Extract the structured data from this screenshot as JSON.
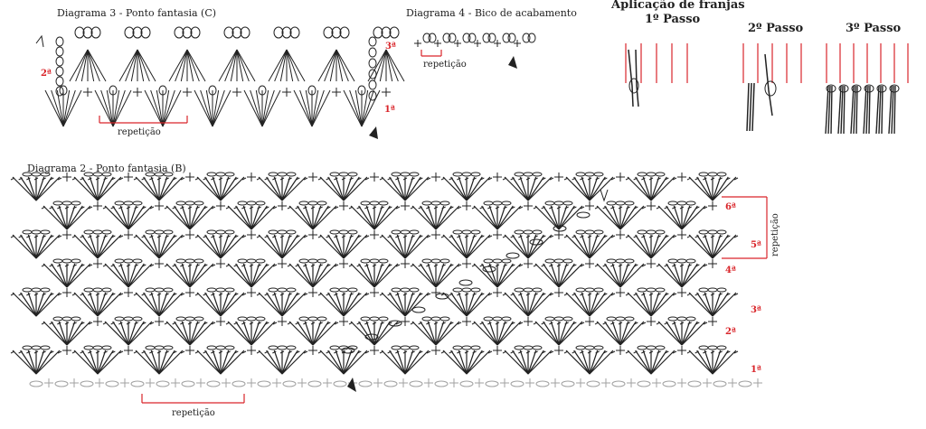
{
  "diagram3": {
    "title": "Diagrama 3 - Ponto fantasia (C)",
    "repeat_label": "repetição",
    "rows": [
      "1ª",
      "2ª",
      "3ª"
    ]
  },
  "diagram4": {
    "title": "Diagrama 4 - Bico de acabamento",
    "repeat_label": "repetição"
  },
  "fringe": {
    "title": "Aplicação de franjas",
    "step1": "1º Passo",
    "step2": "2º Passo",
    "step3": "3º Passo"
  },
  "diagram2": {
    "title": "Diagrama 2 - Ponto fantasia (B)",
    "repeat_label_bottom": "repetição",
    "repeat_label_side": "repetição",
    "rows": [
      "1ª",
      "2ª",
      "3ª",
      "4ª",
      "5ª",
      "6ª"
    ]
  },
  "colors": {
    "accent": "#d9252a",
    "ink": "#222222",
    "gray": "#a0a0a0"
  }
}
